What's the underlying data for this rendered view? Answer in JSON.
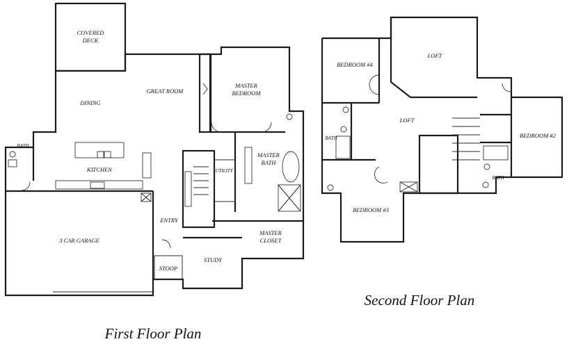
{
  "first_floor": {
    "title": "First Floor Plan",
    "rooms": {
      "covered_deck_line1": "COVERED",
      "covered_deck_line2": "DECK",
      "dining": "DINING",
      "great_room": "GREAT ROOM",
      "master_bedroom_line1": "MASTER",
      "master_bedroom_line2": "BEDROOM",
      "bath": "BATH",
      "kitchen": "KITCHEN",
      "utility": "UTILITY",
      "master_bath_line1": "MASTER",
      "master_bath_line2": "BATH",
      "garage": "3 CAR GARAGE",
      "entry": "ENTRY",
      "master_closet_line1": "MASTER",
      "master_closet_line2": "CLOSET",
      "stoop": "STOOP",
      "study": "STUDY"
    }
  },
  "second_floor": {
    "title": "Second Floor Plan",
    "rooms": {
      "bedroom4": "BEDROOM #4",
      "loft_upper": "LOFT",
      "loft_center": "LOFT",
      "bath_left": "BATH",
      "bedroom2": "BEDROOM #2",
      "bath_right": "BATH",
      "bedroom3": "BEDROOM #3"
    }
  }
}
